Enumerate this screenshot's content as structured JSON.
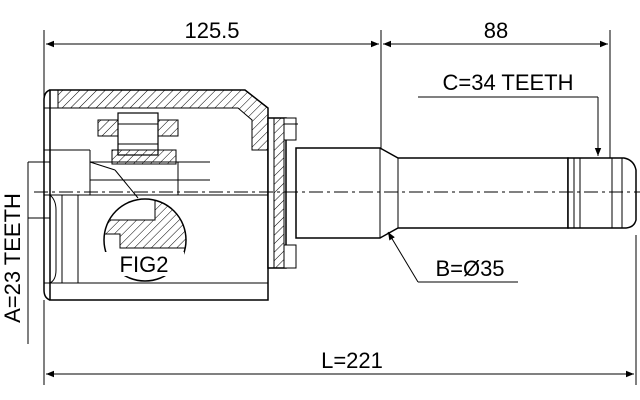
{
  "dimensions": {
    "top_left": "125.5",
    "top_right": "88",
    "total_length": "L=221"
  },
  "callouts": {
    "spline_c": "C=34 TEETH",
    "shaft_b": "B=Ø35",
    "spline_a": "A=23 TEETH",
    "detail": "FIG2"
  },
  "colors": {
    "ink": "#000000",
    "background": "#ffffff"
  }
}
